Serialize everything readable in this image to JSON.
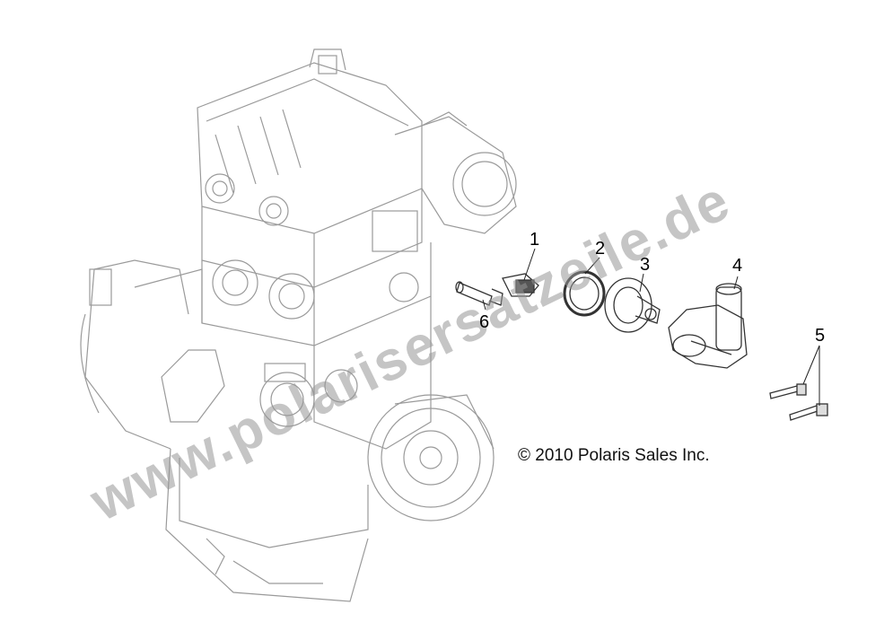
{
  "watermark": "www.polarisersatzeile.de",
  "copyright": "© 2010 Polaris Sales Inc.",
  "callouts": [
    {
      "id": "1",
      "label": "1"
    },
    {
      "id": "2",
      "label": "2"
    },
    {
      "id": "3",
      "label": "3"
    },
    {
      "id": "4",
      "label": "4"
    },
    {
      "id": "5",
      "label": "5"
    },
    {
      "id": "6",
      "label": "6"
    }
  ],
  "colors": {
    "line": "#9a9a9a",
    "dark": "#222222",
    "watermark": "#969696"
  }
}
